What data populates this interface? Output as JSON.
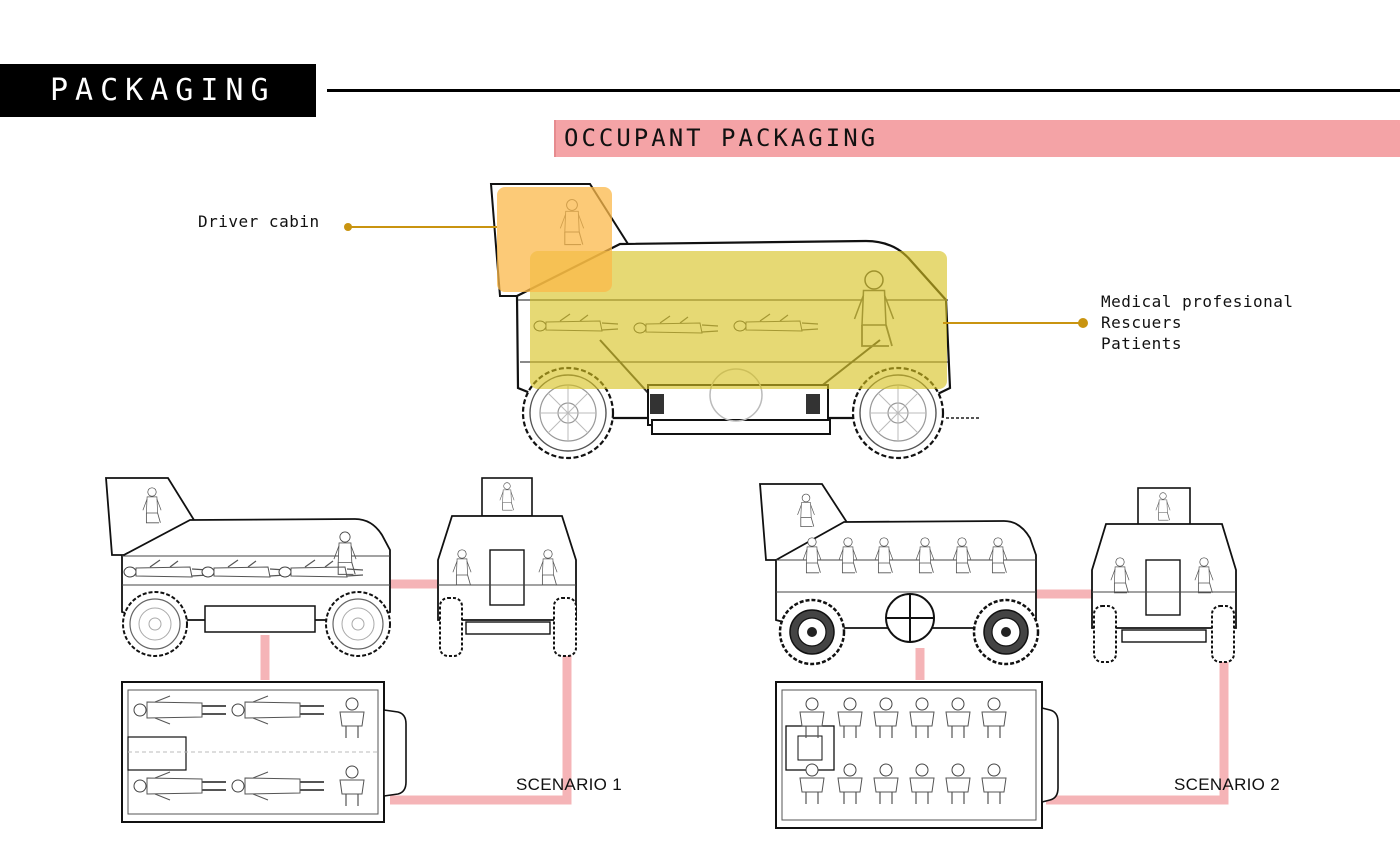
{
  "header": {
    "title": "PACKAGING"
  },
  "subheader": {
    "title": "OCCUPANT PACKAGING"
  },
  "callouts": {
    "driver": "Driver cabin",
    "occupants": [
      "Medical profesional",
      "Rescuers",
      "Patients"
    ]
  },
  "scenarios": {
    "one": "SCENARIO 1",
    "two": "SCENARIO 2"
  },
  "colors": {
    "accent_pink": "#f4a3a6",
    "connector_pink": "#f5b4b7",
    "highlight_orange": "#fbb84a",
    "highlight_yellow": "#d6c21e",
    "leader_gold": "#c99410"
  }
}
